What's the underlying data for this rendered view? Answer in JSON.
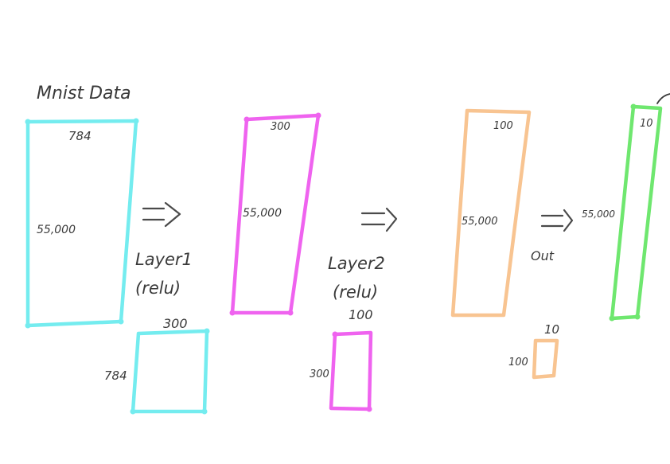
{
  "title": "Mnist Data",
  "colors": {
    "input": "#74ecef",
    "layer1": "#ef63ef",
    "layer2": "#f8c491",
    "output": "#6fe76f",
    "ink": "#3a3a3a"
  },
  "stages": {
    "input": {
      "width_label": "784",
      "height_label": "55,000"
    },
    "layer1": {
      "width_label": "300",
      "height_label": "55,000",
      "name": "Layer1",
      "activation": "(relu)"
    },
    "layer2": {
      "width_label": "100",
      "height_label": "55,000",
      "name": "Layer2",
      "activation": "(relu)"
    },
    "output": {
      "width_label": "10",
      "height_label": "55,000",
      "name": "Out"
    }
  },
  "weights": {
    "w1": {
      "top_label": "300",
      "side_label": "784"
    },
    "w2": {
      "top_label": "100",
      "side_label": "300"
    },
    "w3": {
      "top_label": "10",
      "side_label": "100"
    }
  }
}
